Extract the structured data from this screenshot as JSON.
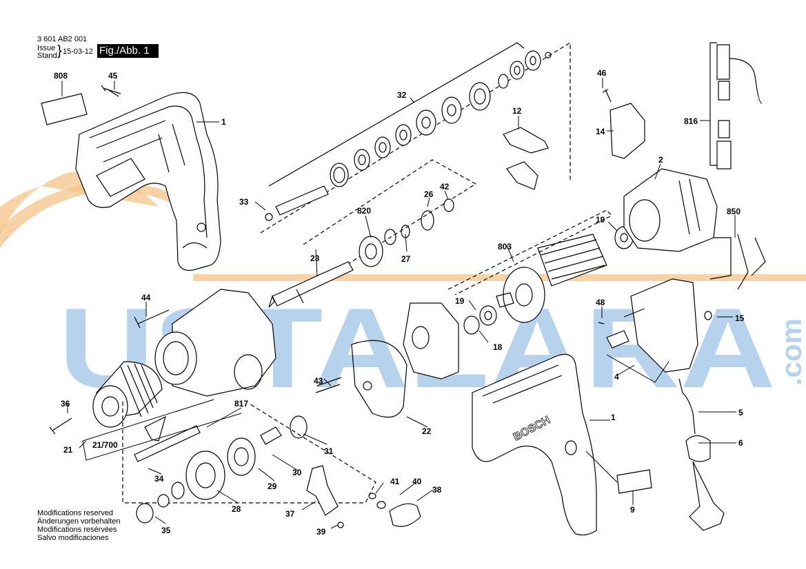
{
  "header": {
    "doc_number": "3 601 AB2 001",
    "issue": "Issue",
    "stand": "Stand",
    "brace": "}",
    "date": "15-03-12",
    "figure": "Fig./Abb. 1"
  },
  "watermark": {
    "text": "USTALARA",
    "suffix": ".com",
    "colors": {
      "orange": "#f4c48a",
      "blue": "#9fc3e6"
    }
  },
  "footer": {
    "lines": [
      "Modifications reserved",
      "Änderungen vorbehalten",
      "Modifications resérvées",
      "Salvo modificaciones"
    ]
  },
  "tool_brand": "BOSCH",
  "part_labels": {
    "p808": "808",
    "p45": "45",
    "p1a": "1",
    "p32": "32",
    "p12": "12",
    "p46": "46",
    "p14": "14",
    "p816": "816",
    "p2": "2",
    "p33": "33",
    "p820": "820",
    "p26": "26",
    "p42": "42",
    "p19a": "19",
    "p850": "850",
    "p23": "23",
    "p27": "27",
    "p803": "803",
    "p44": "44",
    "p19b": "19",
    "p18": "18",
    "p48": "48",
    "p15": "15",
    "p4": "4",
    "p43": "43",
    "p36": "36",
    "p817": "817",
    "p22": "22",
    "p1b": "1",
    "p5": "5",
    "p21": "21",
    "p21700": "21/700",
    "p31": "31",
    "p6": "6",
    "p30": "30",
    "p34": "34",
    "p29": "29",
    "p41": "41",
    "p40": "40",
    "p38": "38",
    "p28": "28",
    "p37": "37",
    "p9": "9",
    "p35": "35",
    "p39": "39"
  }
}
